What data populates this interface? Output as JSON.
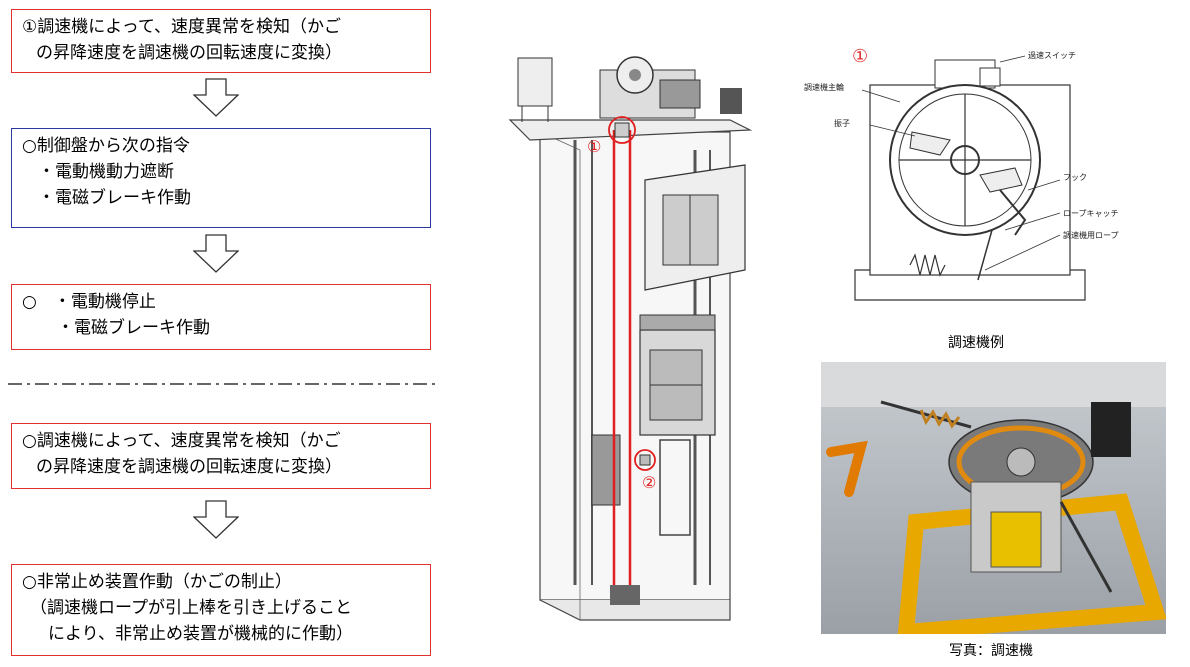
{
  "flow": {
    "box1": {
      "line1": "①調速機によって、速度異常を検知（かご",
      "line2": "の昇降速度を調速機の回転速度に変換）"
    },
    "box2": {
      "line1": "○制御盤から次の指令",
      "line2": "・電動機動力遮断",
      "line3": "・電磁ブレーキ作動"
    },
    "box3": {
      "line1": "○　・電動機停止",
      "line2": "・電磁ブレーキ作動"
    },
    "box4": {
      "line1": "○調速機によって、速度異常を検知（かご",
      "line2": "の昇降速度を調速機の回転速度に変換）"
    },
    "box5": {
      "line1": "○非常止め装置作動（かごの制止）",
      "line2": "（調速機ロープが引上棒を引き上げること",
      "line3": "により、非常止め装置が機械的に作動）"
    }
  },
  "shaft": {
    "marker1": "①",
    "marker2": "②"
  },
  "governor_diagram": {
    "marker": "①",
    "labels": {
      "overspeed_switch": "過速スイッチ",
      "main_sheave": "調速機主輪",
      "flyweight": "振子",
      "hook": "フック",
      "rope_catch": "ロープキャッチ",
      "governor_rope": "調速機用ロープ"
    },
    "caption": "調速機例"
  },
  "photo": {
    "caption": "写真：調速機"
  },
  "colors": {
    "red": "#e03030",
    "blue": "#2a3aa0",
    "rope": "#e02020"
  }
}
